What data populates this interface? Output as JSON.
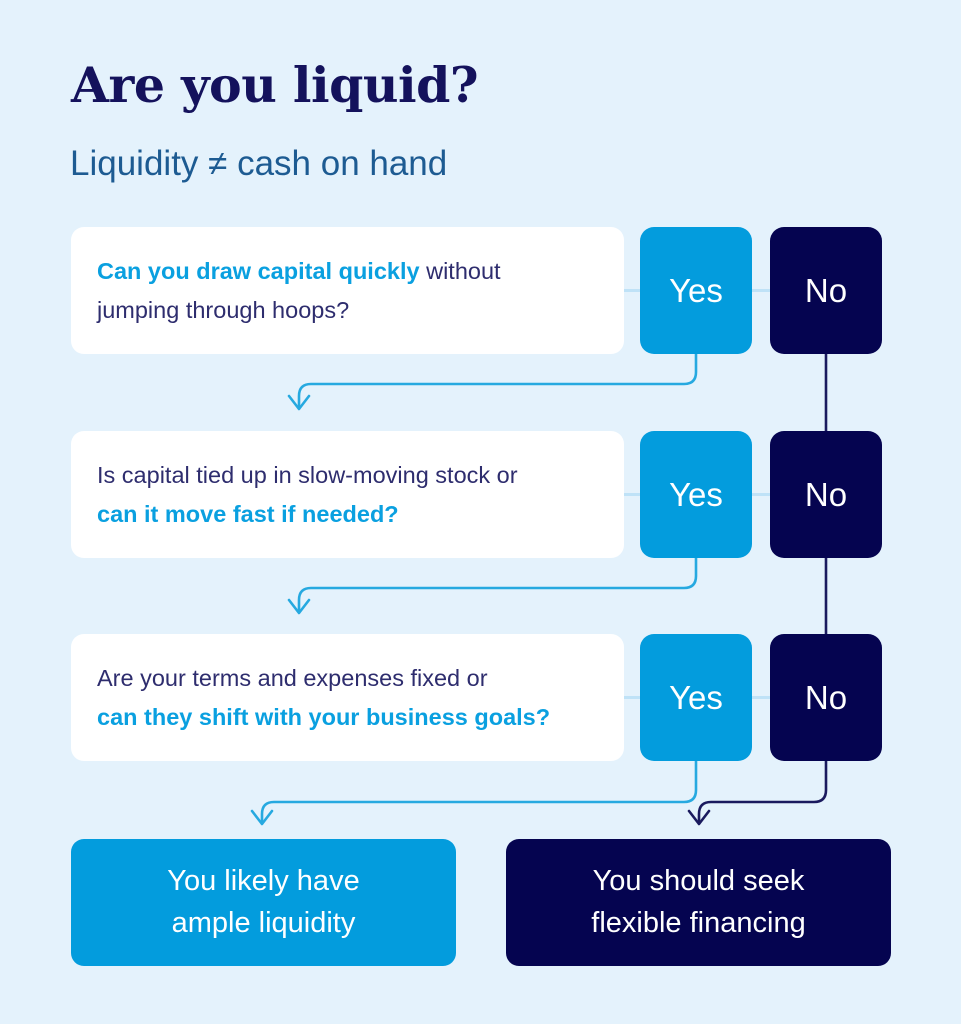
{
  "header": {
    "title": "Are you liquid?",
    "subtitle": "Liquidity ≠ cash on hand"
  },
  "colors": {
    "background": "#e4f2fc",
    "navy": "#050450",
    "cyan": "#039cdd",
    "title_navy": "#14125c",
    "subtitle_blue": "#1d5b92",
    "body_text": "#2e2d6e",
    "card_white": "#ffffff",
    "wire_cyan": "#26a9e0",
    "wire_navy": "#1a1a5e",
    "stub_light": "#bfe2f7"
  },
  "flow": {
    "answer_yes_label": "Yes",
    "answer_no_label": "No",
    "steps": [
      {
        "id": "step-1",
        "lines": [
          [
            {
              "text": "Can you draw capital quickly",
              "highlight": true
            },
            {
              "text": " without",
              "highlight": false
            }
          ],
          [
            {
              "text": "jumping through hoops?",
              "highlight": false
            }
          ]
        ],
        "yes": "Yes",
        "no": "No"
      },
      {
        "id": "step-2",
        "lines": [
          [
            {
              "text": "Is capital tied up in slow-moving stock or",
              "highlight": false
            }
          ],
          [
            {
              "text": "can it move fast if needed?",
              "highlight": true
            }
          ]
        ],
        "yes": "Yes",
        "no": "No"
      },
      {
        "id": "step-3",
        "lines": [
          [
            {
              "text": "Are your terms and expenses fixed or",
              "highlight": false
            }
          ],
          [
            {
              "text": "can they shift with your business goals?",
              "highlight": true
            }
          ]
        ],
        "yes": "Yes",
        "no": "No"
      }
    ],
    "outcomes": [
      {
        "id": "outcome-ample-liquidity",
        "line1": "You likely have",
        "line2": "ample liquidity",
        "variant": "cyan"
      },
      {
        "id": "outcome-flexible-financing",
        "line1": "You should seek",
        "line2": "flexible financing",
        "variant": "navy"
      }
    ]
  }
}
